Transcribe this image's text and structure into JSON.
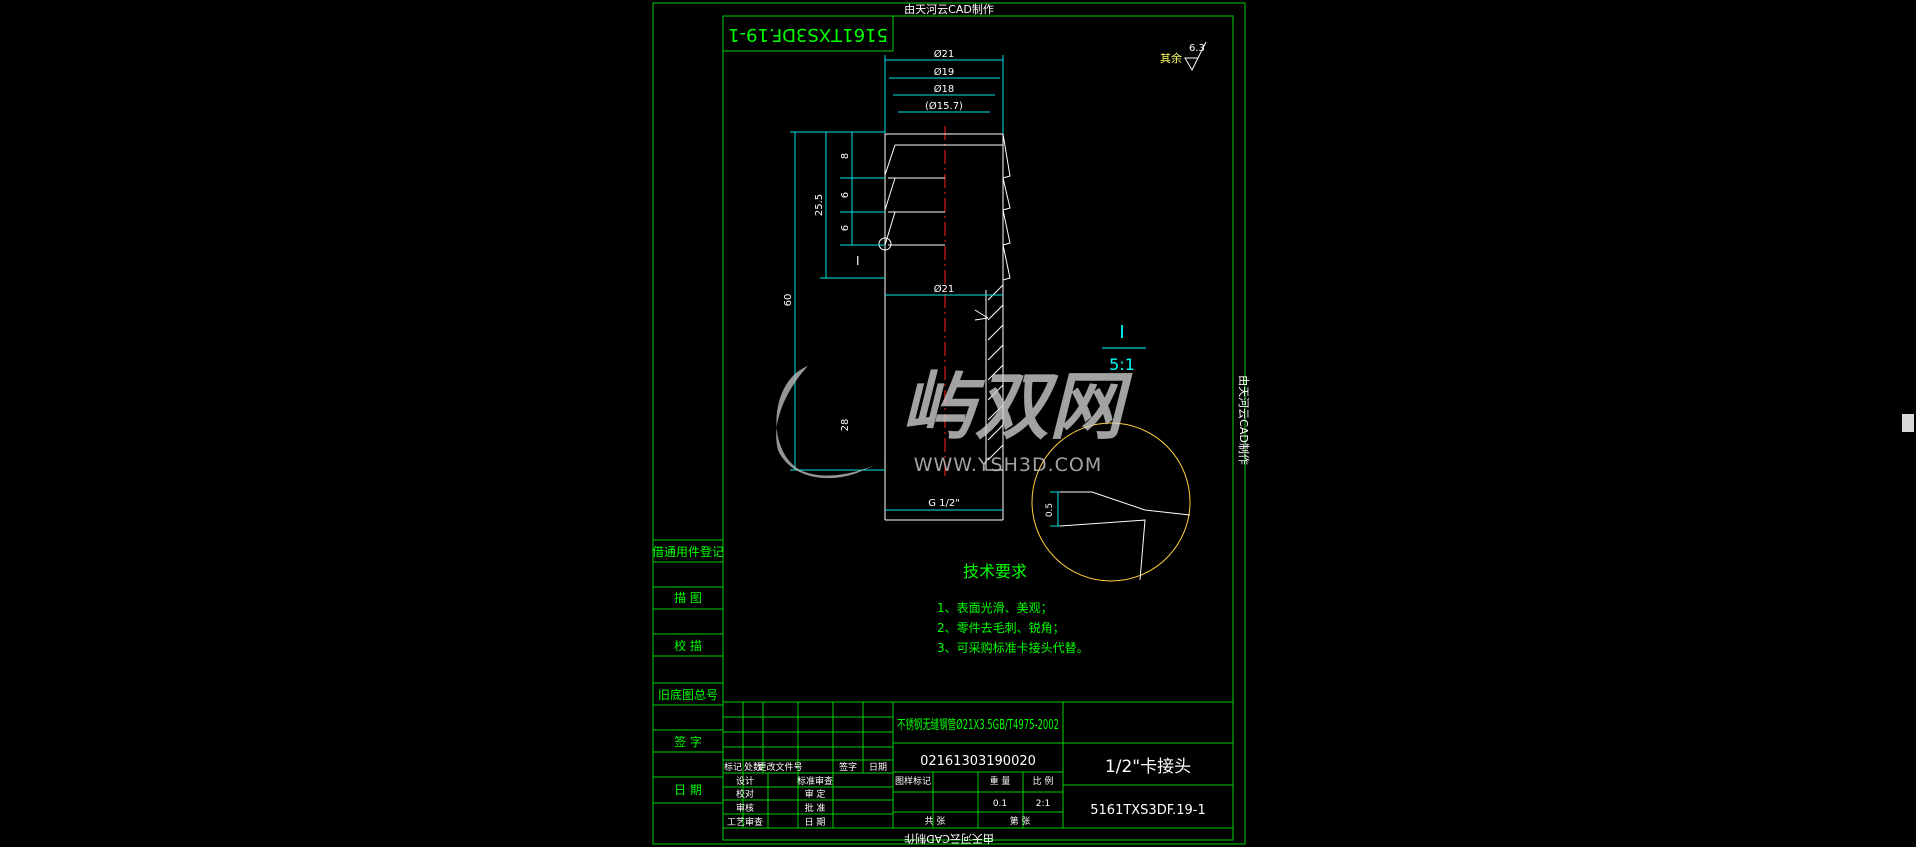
{
  "colors": {
    "frame": "#00d000",
    "text_green": "#00ff00",
    "cyan": "#00e5e5",
    "white": "#ffffff",
    "red": "#ff2020",
    "yellow": "#ffd040",
    "background": "#000000"
  },
  "header_note": "由天河云CAD制作",
  "side_note": "由天河云CAD制作",
  "bottom_note": "由天河云CAD制作",
  "rotated_code": "5161TXS3DF.19-1",
  "roughness": {
    "label": "其余",
    "value": "6.3"
  },
  "dims": {
    "d21_top": "Ø21",
    "d19": "Ø19",
    "d18": "Ø18",
    "d157": "(Ø15.7)",
    "d21_mid": "Ø21",
    "thread": "G 1/2\"",
    "v8": "8",
    "v6a": "6",
    "v6b": "6",
    "v255": "25.5",
    "v60": "60",
    "v28": "28",
    "v05": "0.5"
  },
  "detail": {
    "marker": "I",
    "scale": "5:1",
    "callout": "I"
  },
  "watermark": {
    "brand": "屿双网",
    "url": "WWW.YSH3D.COM"
  },
  "tech": {
    "title": "技术要求",
    "items": [
      "1、表面光滑、美观；",
      "2、零件去毛刺、锐角；",
      "3、可采购标准卡接头代替。"
    ]
  },
  "left_blocks": [
    "借通用件登记",
    "描 图",
    "校 描",
    "旧底图总号",
    "签 字",
    "日 期"
  ],
  "title_block": {
    "material": "不锈钢无缝钢管Ø21X3.5GB/T4975-2002",
    "code": "02161303190020",
    "name": "1/2\"卡接头",
    "drawing_no": "5161TXS3DF.19-1",
    "weight": "0.1",
    "scale": "2:1",
    "weight_label": "重 量",
    "scale_label": "比 例",
    "stage_label": "图样标记",
    "sheet_total": "共 张",
    "sheet_no": "第 张",
    "rev_headers": [
      "标记",
      "处数",
      "更改文件号",
      "签字",
      "日期"
    ],
    "sign_rows": [
      [
        "设计",
        "标准审查"
      ],
      [
        "校对",
        "审 定"
      ],
      [
        "审核",
        "批 准"
      ],
      [
        "工艺审查",
        "日 期"
      ]
    ]
  }
}
